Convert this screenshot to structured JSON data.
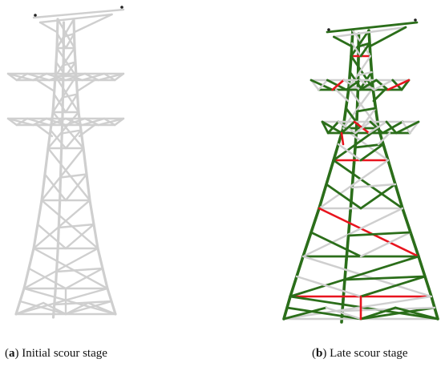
{
  "figure": {
    "panel_a": {
      "caption_label": "a",
      "caption_text": "Initial scour stage"
    },
    "panel_b": {
      "caption_label": "b",
      "caption_text": "Late scour stage"
    }
  },
  "colors": {
    "undamaged_member": "#cfcfcf",
    "damaged_member": "#2b6e1a",
    "failed_member": "#e8141e"
  }
}
